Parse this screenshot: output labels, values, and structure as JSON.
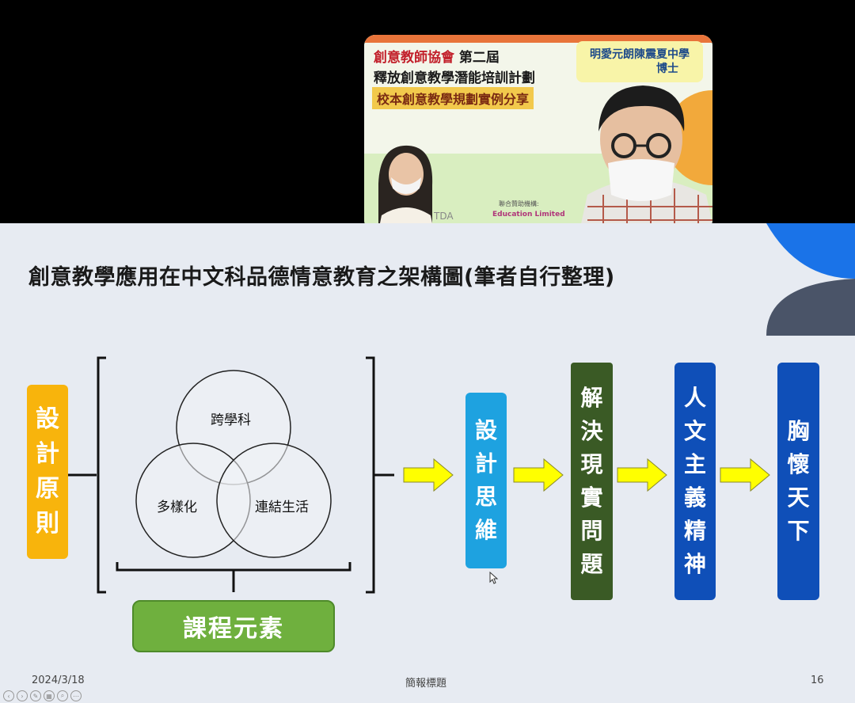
{
  "video": {
    "title_org": "創意教師協會",
    "title_edition": "第二屆",
    "title_program": "釋放創意教學潛能培訓計劃",
    "title_subtitle": "校本創意教學規劃實例分享",
    "school_name": "明愛元朗陳震夏中學",
    "speaker_fragment": "博士",
    "sponsor_caption": "聯合贊助機構:",
    "sponsor_logo_text": "Education Limited",
    "watermark_logo": "TDA"
  },
  "slide": {
    "title": "創意教學應用在中文科品德情意教育之架構圖(筆者自行整理)",
    "principles_box": [
      "設",
      "計",
      "原",
      "則"
    ],
    "venn": {
      "top": "跨學科",
      "left": "多樣化",
      "right": "連結生活"
    },
    "course_elements": "課程元素",
    "design_thinking": [
      "設",
      "計",
      "思",
      "維"
    ],
    "solve_problems": [
      "解",
      "決",
      "現",
      "實",
      "問",
      "題"
    ],
    "humanism": [
      "人",
      "文",
      "主",
      "義",
      "精",
      "神"
    ],
    "world": [
      "胸",
      "懷",
      "天",
      "下"
    ],
    "colors": {
      "principles": "#f8b40c",
      "design_thinking": "#1ea2e0",
      "solve_problems": "#3a5a25",
      "humanism": "#0f4fb8",
      "world": "#0f4fb8",
      "course_elements": "#6fb03e",
      "arrow": "#ffff00"
    }
  },
  "footer": {
    "date": "2024/3/18",
    "center": "簡報標題",
    "page": "16"
  },
  "toolbar": {
    "icons": [
      "prev-icon",
      "next-icon",
      "pen-icon",
      "slides-icon",
      "zoom-icon",
      "more-icon"
    ]
  }
}
